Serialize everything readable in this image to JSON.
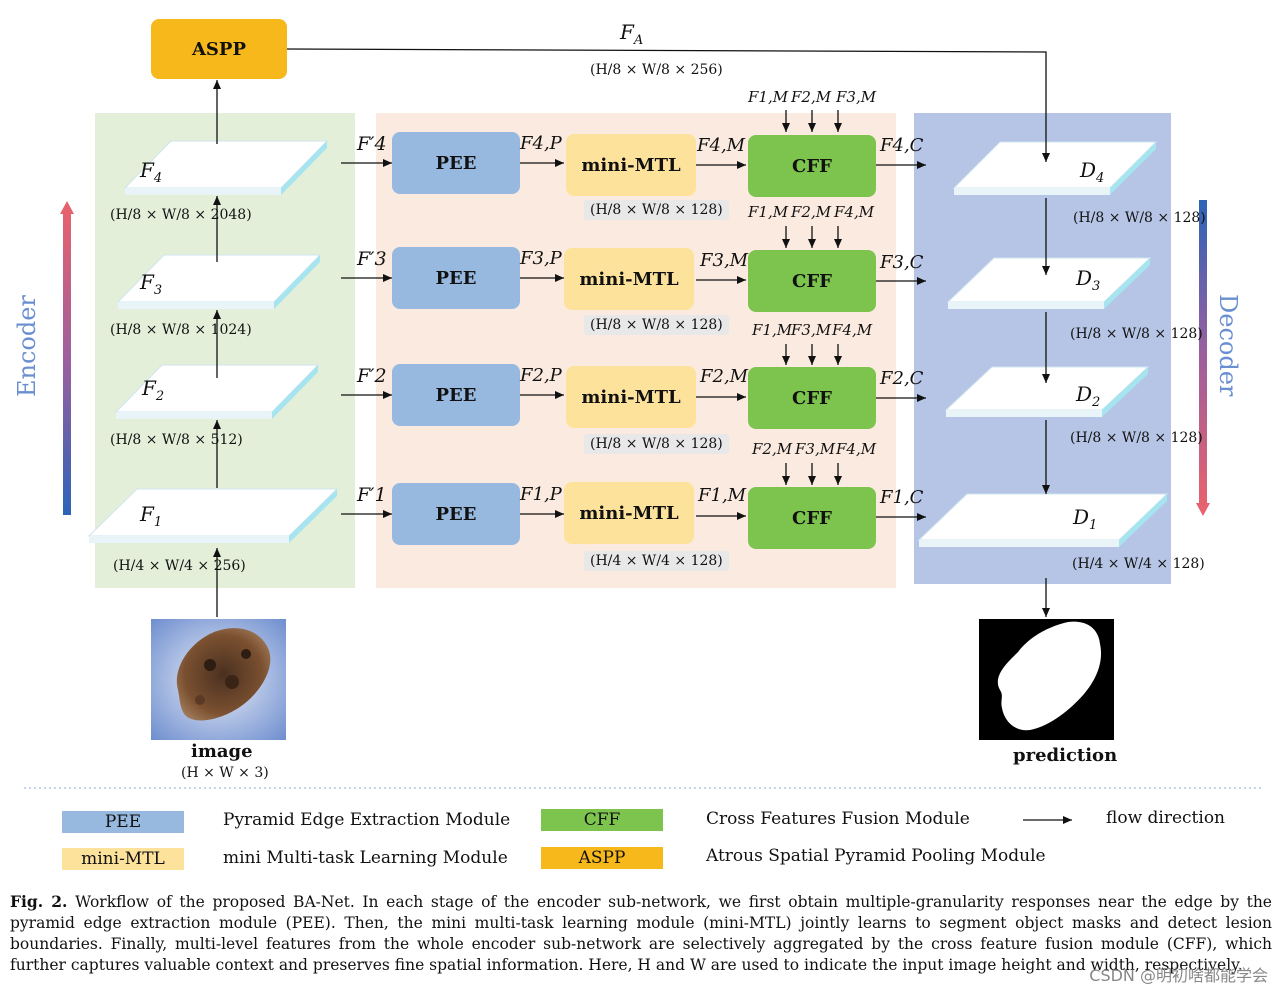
{
  "aspp_label": "ASPP",
  "fa_label": "F",
  "fa_sub": "A",
  "fa_dim": "(H/8 × W/8 × 256)",
  "encoder_word": "Encoder",
  "decoder_word": "Decoder",
  "encoder": [
    {
      "name": "F",
      "sub": "4",
      "dim": "(H/8 × W/8 × 2048)"
    },
    {
      "name": "F",
      "sub": "3",
      "dim": "(H/8 × W/8 × 1024)"
    },
    {
      "name": "F",
      "sub": "2",
      "dim": "(H/8 × W/8 × 512)"
    },
    {
      "name": "F",
      "sub": "1",
      "dim": "(H/4 × W/4 × 256)"
    }
  ],
  "rows": [
    {
      "fprime": "F′4",
      "pee": "PEE",
      "fp": "F4,P",
      "mtl": "mini-MTL",
      "fm": "F4,M",
      "mtl_dim": "(H/8 × W/8 × 128)",
      "cff": "CFF",
      "fc": "F4,C",
      "cff_inputs": [
        "F1,M",
        "F2,M",
        "F3,M"
      ]
    },
    {
      "fprime": "F′3",
      "pee": "PEE",
      "fp": "F3,P",
      "mtl": "mini-MTL",
      "fm": "F3,M",
      "mtl_dim": "(H/8 × W/8 × 128)",
      "cff": "CFF",
      "fc": "F3,C",
      "cff_inputs": [
        "F1,M",
        "F2,M",
        "F4,M"
      ]
    },
    {
      "fprime": "F′2",
      "pee": "PEE",
      "fp": "F2,P",
      "mtl": "mini-MTL",
      "fm": "F2,M",
      "mtl_dim": "(H/8 × W/8 × 128)",
      "cff": "CFF",
      "fc": "F2,C",
      "cff_inputs": [
        "F1,M",
        "F3,M",
        "F4,M"
      ]
    },
    {
      "fprime": "F′1",
      "pee": "PEE",
      "fp": "F1,P",
      "mtl": "mini-MTL",
      "fm": "F1,M",
      "mtl_dim": "(H/4 × W/4 × 128)",
      "cff": "CFF",
      "fc": "F1,C",
      "cff_inputs": [
        "F2,M",
        "F3,M",
        "F4,M"
      ]
    }
  ],
  "decoder": [
    {
      "name": "D",
      "sub": "4",
      "dim": "(H/8 × W/8 × 128)"
    },
    {
      "name": "D",
      "sub": "3",
      "dim": "(H/8 × W/8 × 128)"
    },
    {
      "name": "D",
      "sub": "2",
      "dim": "(H/8 × W/8 × 128)"
    },
    {
      "name": "D",
      "sub": "1",
      "dim": "(H/4 × W/4 × 128)"
    }
  ],
  "image_label": "image",
  "image_dim": "(H × W × 3)",
  "prediction_label": "prediction",
  "legend": [
    {
      "key": "PEE",
      "text": "Pyramid Edge Extraction Module",
      "color": "#97b9e0"
    },
    {
      "key": "mini-MTL",
      "text": "mini Multi-task Learning Module",
      "color": "#fde29b"
    },
    {
      "key": "CFF",
      "text": "Cross Features Fusion Module",
      "color": "#7cc44e"
    },
    {
      "key": "ASPP",
      "text": "Atrous Spatial Pyramid Pooling Module",
      "color": "#f7b81c"
    },
    {
      "key": "",
      "text": "flow direction",
      "color": ""
    }
  ],
  "caption_head": "Fig. 2.",
  "caption_body": "Workflow of the proposed BA-Net. In each stage of the encoder sub-network, we first obtain multiple-granularity responses near the edge by the pyramid edge extraction module (PEE). Then, the mini multi-task learning module (mini-MTL) jointly learns to segment object masks and detect lesion boundaries. Finally, multi-level features from the whole encoder sub-network are selectively aggregated by the cross feature fusion module (CFF), which further captures valuable context and preserves fine spatial information. Here, H and W are used to indicate the input image height and width, respectively.",
  "watermark": "CSDN @明初啥都能学会"
}
